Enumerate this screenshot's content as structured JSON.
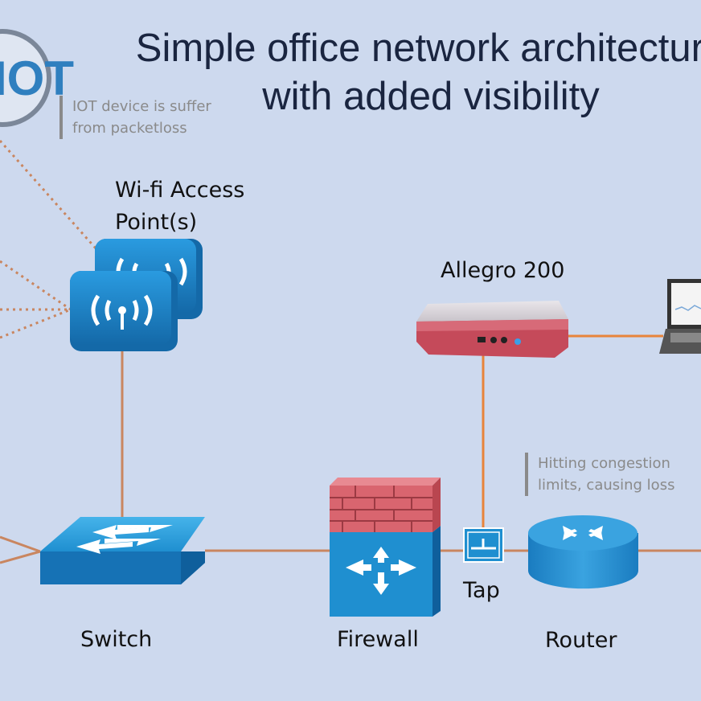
{
  "title": {
    "line1": "Simple office network architecture",
    "line2": "with added visibility"
  },
  "logo_text": "IOT",
  "notes": {
    "iot": [
      "IOT device is suffer",
      "from packetloss"
    ],
    "router": [
      "Hitting congestion",
      "limits, causing loss"
    ]
  },
  "labels": {
    "wifi_line1": "Wi-fi Access",
    "wifi_line2": "Point(s)",
    "allegro": "Allegro 200",
    "switch": "Switch",
    "firewall": "Firewall",
    "tap": "Tap",
    "router": "Router"
  },
  "colors": {
    "background": "#cdd9ee",
    "link_orange": "#e8843a",
    "link_brown": "#c98660",
    "device_blue": "#1f8fd0",
    "firewall_red": "#d9656f"
  },
  "icons": [
    "iot-logo-icon",
    "wifi-access-point-icon",
    "allegro-200-appliance-icon",
    "laptop-icon",
    "switch-icon",
    "firewall-icon",
    "tap-icon",
    "router-icon"
  ]
}
